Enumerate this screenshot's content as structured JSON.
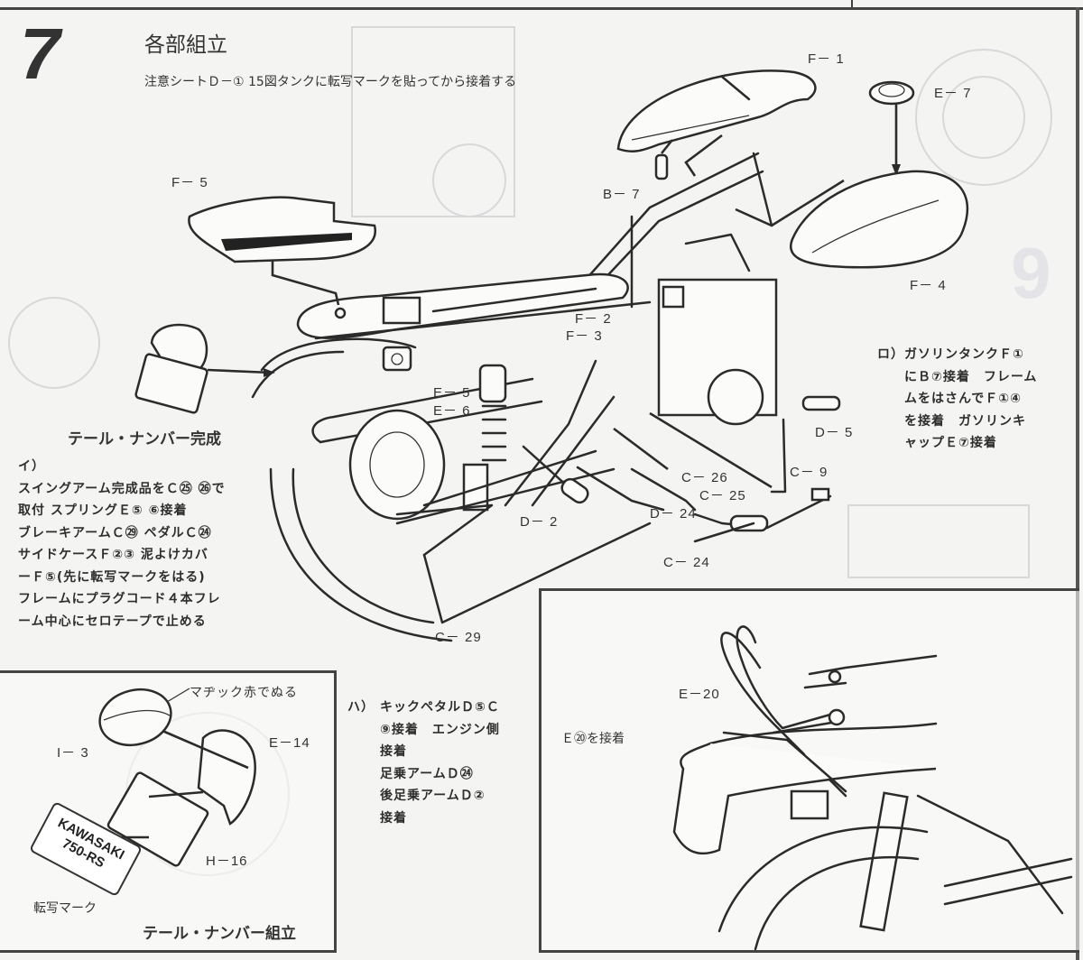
{
  "step": {
    "number": "7",
    "title": "各部組立",
    "note": "注意シートＤ－① 15図タンクに転写マークを貼ってから接着する"
  },
  "part_labels": {
    "f1": "F－ 1",
    "e7": "E－ 7",
    "b7": "B－ 7",
    "f4": "F－ 4",
    "f5": "F－ 5",
    "f2": "F－ 2",
    "f3": "F－ 3",
    "e5": "E－ 5",
    "e6": "E－ 6",
    "d5": "D－ 5",
    "c26": "C－ 26",
    "c9": "C－ 9",
    "c25": "C－ 25",
    "d24": "D－ 24",
    "d2": "D－ 2",
    "c24": "C－ 24",
    "c29": "C－ 29"
  },
  "tail_complete_caption": "テール・ナンバー完成",
  "instruction_i": {
    "heading": "イ）",
    "lines": [
      "スイングアーム完成品をＣ㉕ ㉖で",
      "取付 スプリングＥ⑤ ⑥接着",
      "ブレーキアームＣ㉙ ペダルＣ㉔",
      "サイドケースＦ②③ 泥よけカバ",
      "ーＦ⑤(先に転写マークをはる)",
      "フレームにプラグコード４本フレ",
      "ーム中心にセロテープで止める"
    ]
  },
  "instruction_ro": {
    "heading": "ロ）",
    "lines": [
      "ガソリンタンクＦ①",
      "にＢ⑦接着　フレーム",
      "ムをはさんでＦ①④",
      "を接着　ガソリンキ",
      "ャップＥ⑦接着"
    ]
  },
  "instruction_ha": {
    "heading": "ハ）",
    "lines": [
      "キックペタルＤ⑤Ｃ",
      "⑨接着　エンジン側",
      "接着",
      "足乗アームＤ㉔",
      "後足乗アームＤ②",
      "接着"
    ]
  },
  "tail_assembly_box": {
    "paint_note": "マヂック赤でぬる",
    "label_i3": "I－ 3",
    "label_e14": "E－14",
    "label_h16": "H－16",
    "plate_line1": "KAWASAKI",
    "plate_line2": "750-RS",
    "decal_label": "転写マーク",
    "caption": "テール・ナンバー組立"
  },
  "grab_bar_box": {
    "label_e20": "E－20",
    "instruction": "Ｅ⑳を接着"
  }
}
